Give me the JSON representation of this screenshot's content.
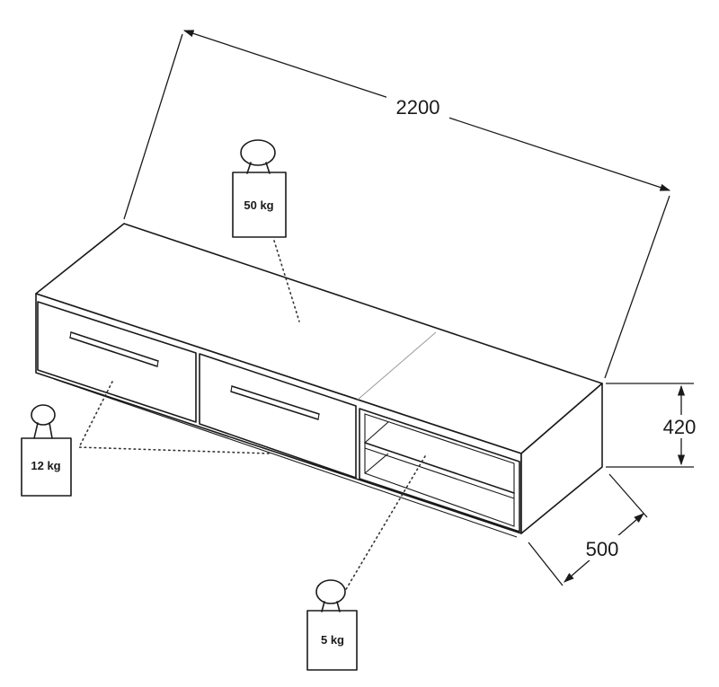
{
  "dimensions": {
    "length": "2200",
    "height": "420",
    "depth": "500"
  },
  "load_labels": {
    "top": "50 kg",
    "drawer": "12 kg",
    "shelf": "5 kg"
  },
  "colors": {
    "line": "#1a1a1a",
    "background": "#ffffff"
  }
}
